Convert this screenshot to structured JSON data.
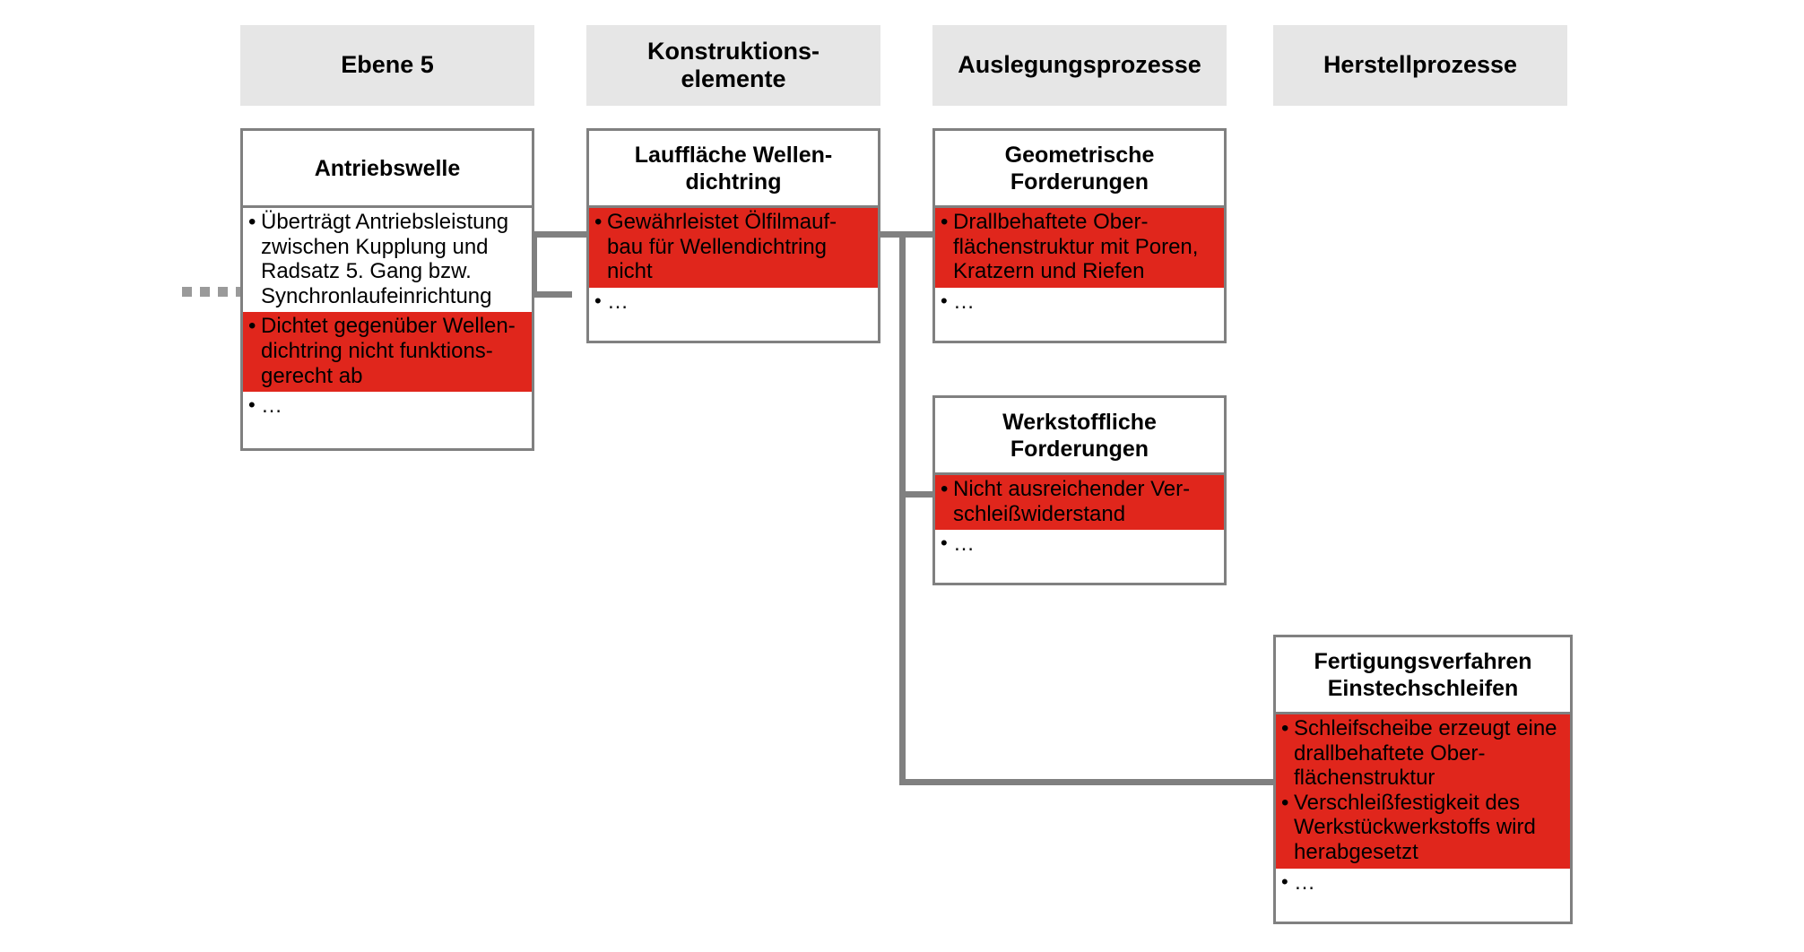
{
  "diagram": {
    "title": "Fehlerkette Antriebswelle / Wellendichtring",
    "accent_color": "#e0261c",
    "line_color": "#808080",
    "header_bg": "#e6e6e6"
  },
  "columns": [
    {
      "label": "Ebene 5"
    },
    {
      "label": "Konstruktions-\nelemente"
    },
    {
      "label": "Auslegungsprozesse"
    },
    {
      "label": "Herstellprozesse"
    }
  ],
  "cards": [
    {
      "id": "antriebswelle",
      "title": "Antriebswelle",
      "groups": [
        {
          "highlight": false,
          "bullets": [
            "Überträgt Antriebsleistung zwischen Kupplung und Radsatz 5. Gang bzw. Synchronlaufeinrichtung"
          ]
        },
        {
          "highlight": true,
          "bullets": [
            "Dichtet gegenüber Wellen-dichtring nicht funktions-gerecht ab"
          ]
        },
        {
          "highlight": false,
          "bullets": [
            "…"
          ]
        }
      ]
    },
    {
      "id": "lauflaeche-wellendichtring",
      "title": "Lauffläche Wellen-dichtring",
      "groups": [
        {
          "highlight": true,
          "bullets": [
            "Gewährleistet Ölfilmauf-bau für Wellendichtring nicht"
          ]
        },
        {
          "highlight": false,
          "bullets": [
            "…"
          ]
        }
      ]
    },
    {
      "id": "geometrische-forderungen",
      "title": "Geometrische Forderungen",
      "groups": [
        {
          "highlight": true,
          "bullets": [
            "Drallbehaftete Ober-flächenstruktur mit Poren, Kratzern und Riefen"
          ]
        },
        {
          "highlight": false,
          "bullets": [
            "…"
          ]
        }
      ]
    },
    {
      "id": "werkstoffliche-forderungen",
      "title": "Werkstoffliche Forderungen",
      "groups": [
        {
          "highlight": true,
          "bullets": [
            "Nicht ausreichender Ver-schleißwiderstand"
          ]
        },
        {
          "highlight": false,
          "bullets": [
            "…"
          ]
        }
      ]
    },
    {
      "id": "fertigungsverfahren-einstechschleifen",
      "title": "Fertigungsverfahren Einstechschleifen",
      "groups": [
        {
          "highlight": true,
          "bullets": [
            "Schleifscheibe erzeugt eine drallbehaftete Ober-flächenstruktur",
            "Verschleißfestigkeit des Werkstückwerkstoffs wird herabgesetzt"
          ]
        },
        {
          "highlight": false,
          "bullets": [
            "…"
          ]
        }
      ]
    }
  ],
  "bullet_glyph": "•"
}
